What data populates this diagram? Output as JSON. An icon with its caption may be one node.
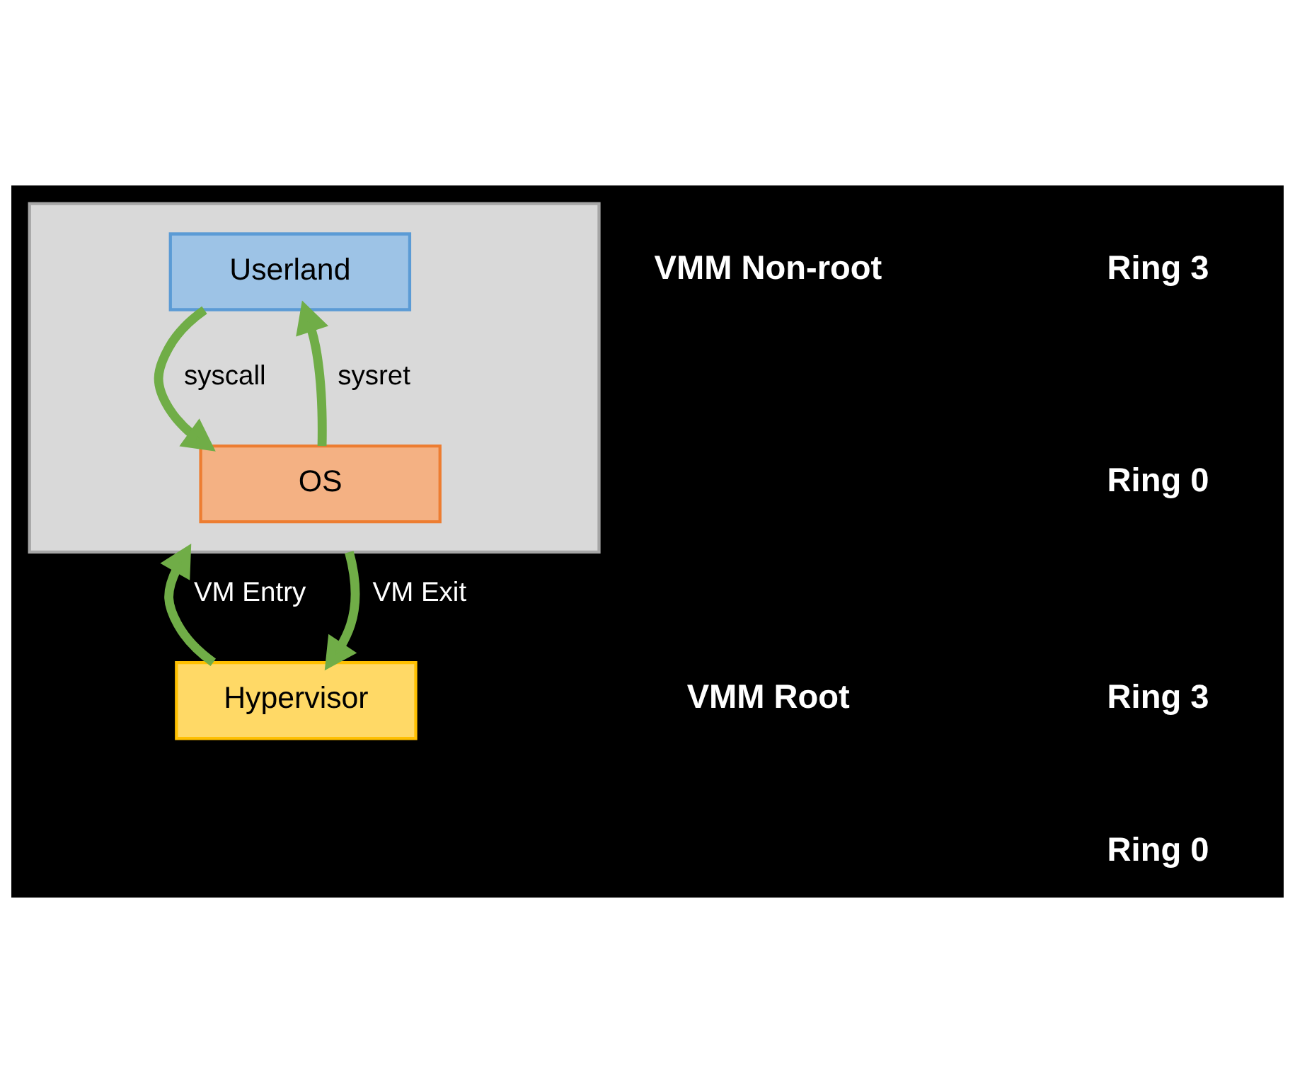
{
  "diagram": {
    "nodes": [
      {
        "text": [],
        "shape": "box"
      },
      {
        "text": [
          "Userland"
        ],
        "in": 0
      },
      {
        "text": [
          "OS"
        ],
        "in": 0
      },
      {
        "text": [
          "Hypervisor"
        ]
      }
    ],
    "edges": [
      {
        "from": 2,
        "to": 1,
        "arrow": "to",
        "label": "sysret"
      },
      {
        "from": 1,
        "to": 2,
        "arrow": "to",
        "label": "syscall"
      },
      {
        "from": 3,
        "to": 0,
        "arrow": "to",
        "label": "VM Entry"
      },
      {
        "from": 0,
        "to": 3,
        "arrow": "to",
        "label": "VM Exit"
      }
    ],
    "labels": [
      "VMM Non-root",
      "Ring 3",
      "Ring 0",
      "VMM Root",
      "Ring 3",
      "Ring 0"
    ]
  }
}
